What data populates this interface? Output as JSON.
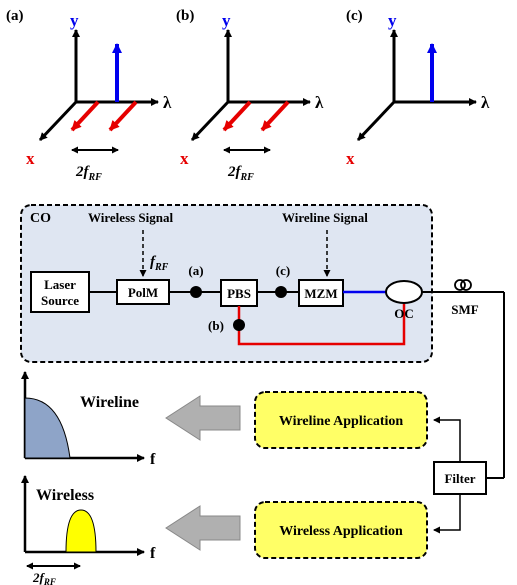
{
  "panels": [
    {
      "label": "(a)",
      "y_label": "y",
      "x_label": "x",
      "lambda_label": "λ",
      "spacing_label": "2f",
      "spacing_sub": "RF"
    },
    {
      "label": "(b)",
      "y_label": "y",
      "x_label": "x",
      "lambda_label": "λ",
      "spacing_label": "2f",
      "spacing_sub": "RF"
    },
    {
      "label": "(c)",
      "y_label": "y",
      "x_label": "x",
      "lambda_label": "λ"
    }
  ],
  "co": {
    "label": "CO",
    "wireless_signal": "Wireless Signal",
    "wireless_freq": "f",
    "wireless_freq_sub": "RF",
    "wireline_signal": "Wireline Signal",
    "laser_source_line1": "Laser",
    "laser_source_line2": "Source",
    "polm": "PolM",
    "pbs": "PBS",
    "mzm": "MZM",
    "oc": "OC",
    "point_a": "(a)",
    "point_b": "(b)",
    "point_c": "(c)"
  },
  "smf": "SMF",
  "filter": "Filter",
  "wireline_app": "Wireline Application",
  "wireless_app": "Wireless Application",
  "spectra": {
    "wireline_label": "Wireline",
    "wireless_label": "Wireless",
    "f_label": "f",
    "bottom_label": "2f",
    "bottom_sub": "RF"
  },
  "colors": {
    "red": "#e60000",
    "blue": "#0000ee",
    "co_fill": "#dfe6f2",
    "app_fill": "#ffff66",
    "wireline_fill": "#8ea4c8",
    "wireless_fill": "#ffff00",
    "arrow_gray": "#b0b0b0"
  }
}
